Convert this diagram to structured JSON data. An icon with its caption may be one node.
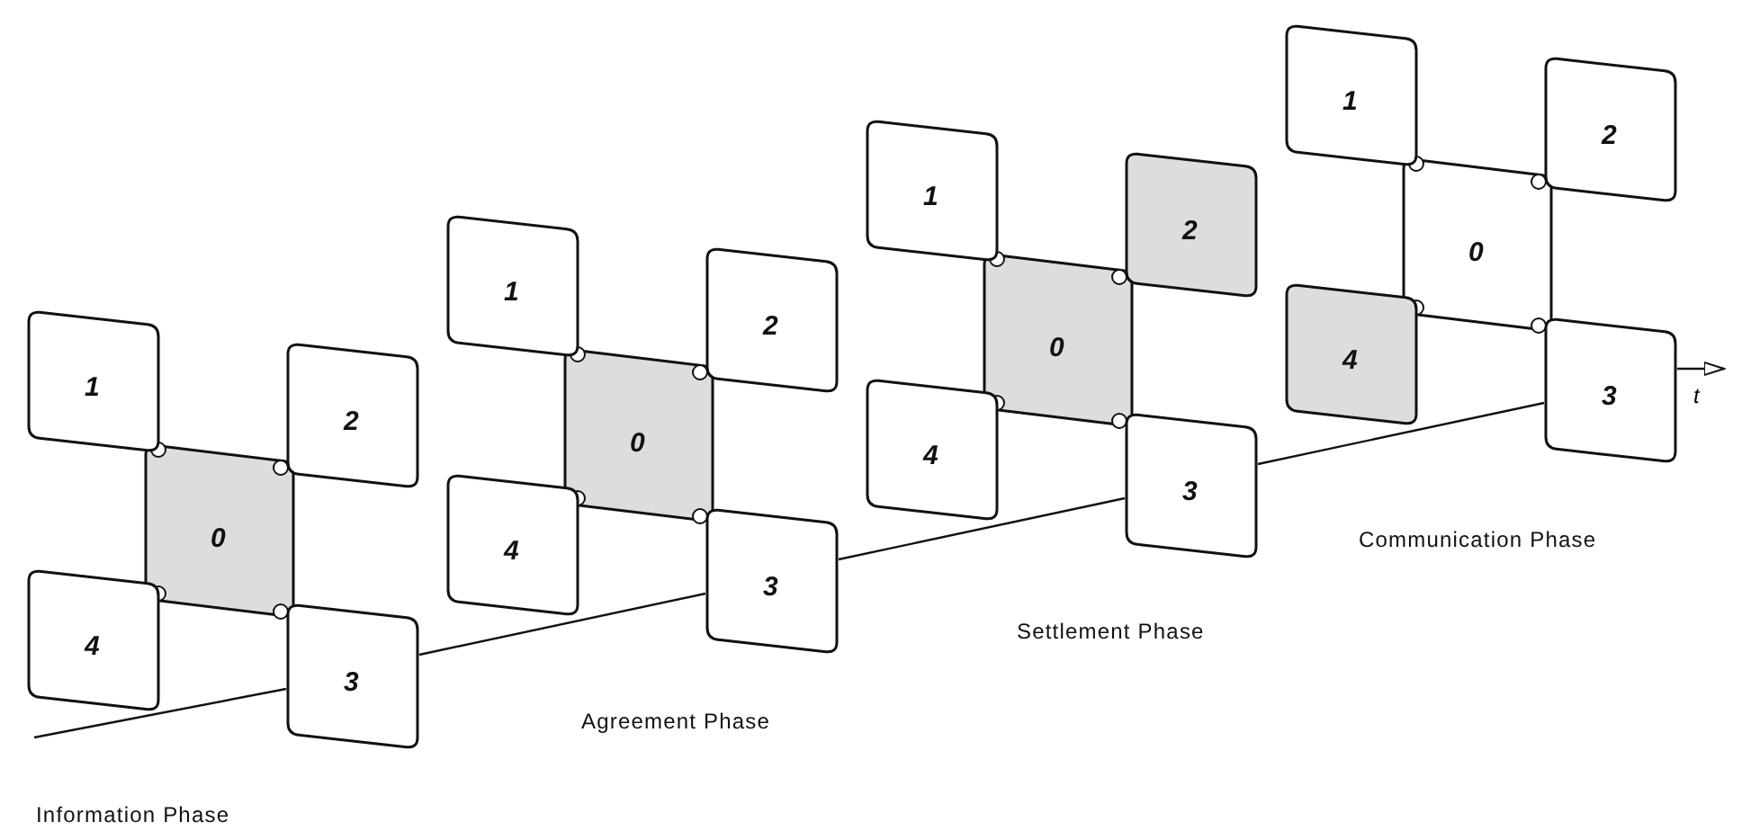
{
  "diagram": {
    "nodes": [
      {
        "text": [
          "1"
        ]
      },
      {
        "text": [
          "2"
        ]
      },
      {
        "text": [
          "0"
        ]
      },
      {
        "text": [
          "4"
        ]
      },
      {
        "text": [
          "3"
        ]
      },
      {
        "text": [
          "1"
        ]
      },
      {
        "text": [
          "2"
        ]
      },
      {
        "text": [
          "0"
        ]
      },
      {
        "text": [
          "4"
        ]
      },
      {
        "text": [
          "3"
        ]
      },
      {
        "text": [
          "1"
        ]
      },
      {
        "text": [
          "2"
        ]
      },
      {
        "text": [
          "0"
        ]
      },
      {
        "text": [
          "4"
        ]
      },
      {
        "text": [
          "3"
        ]
      },
      {
        "text": [
          "1"
        ]
      },
      {
        "text": [
          "2"
        ]
      },
      {
        "text": [
          "0"
        ]
      },
      {
        "text": [
          "4"
        ]
      },
      {
        "text": [
          "3"
        ]
      }
    ],
    "edges": [
      {
        "from": null,
        "to": 4,
        "arrow": "none"
      },
      {
        "from": 4,
        "to": 9,
        "arrow": "none"
      },
      {
        "from": 9,
        "to": 14,
        "arrow": "none"
      },
      {
        "from": 14,
        "to": 19,
        "arrow": "none"
      },
      {
        "from": 19,
        "to": null,
        "arrow": "to",
        "label": "t"
      }
    ],
    "labels": [
      "Information Phase",
      "Agreement Phase",
      "Settlement Phase",
      "Communication Phase"
    ]
  }
}
